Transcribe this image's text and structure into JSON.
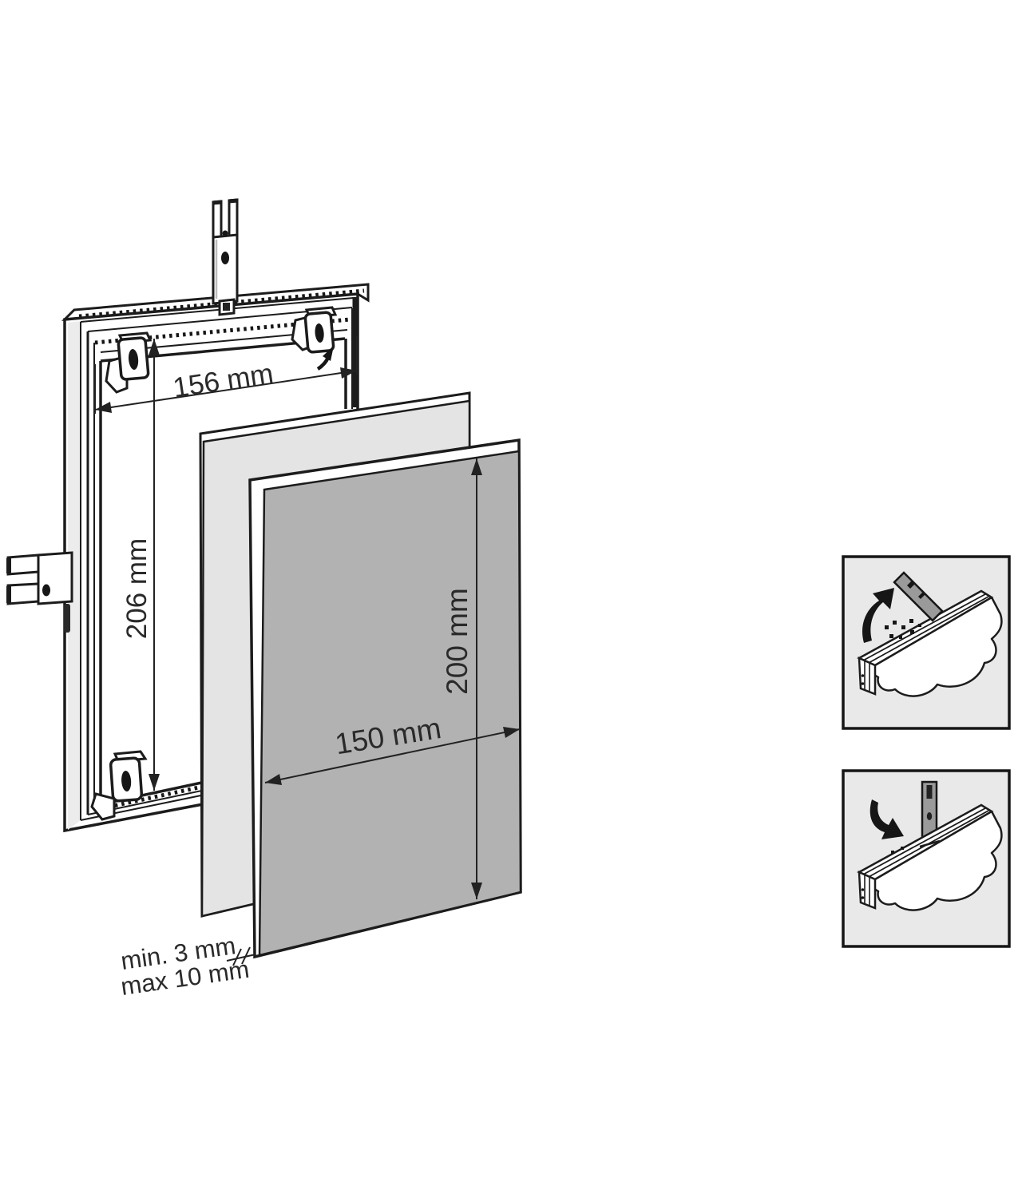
{
  "figure": {
    "labels": {
      "frame_inner_width": "156 mm",
      "frame_inner_height": "206 mm",
      "panel_height": "200 mm",
      "panel_width": "150 mm",
      "thickness_min": "min. 3 mm",
      "thickness_max": "max 10 mm"
    },
    "colors": {
      "line": "#1c1c1c",
      "panel": "#b2b2b2",
      "sheet": "#e4e4e4",
      "inset_bg": "#e9e9e9",
      "bracket": "#9a9a9a"
    },
    "icons": {
      "inset_step_1": "clip-tilt-insert-icon",
      "inset_step_2": "clip-upright-locked-icon"
    }
  }
}
